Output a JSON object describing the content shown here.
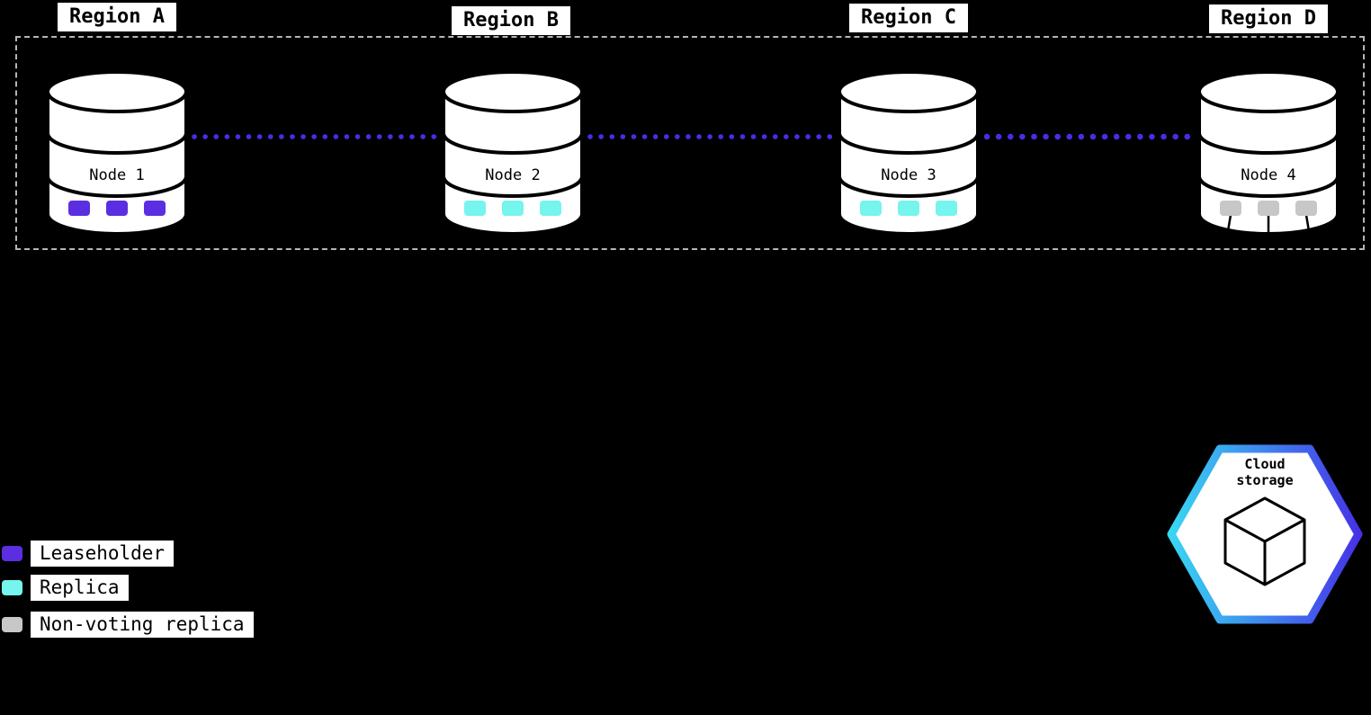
{
  "regions": [
    {
      "label": "Region A"
    },
    {
      "label": "Region B"
    },
    {
      "label": "Region C"
    },
    {
      "label": "Region D"
    }
  ],
  "nodes": [
    {
      "label": "Node 1",
      "replica_type": "leaseholder"
    },
    {
      "label": "Node 2",
      "replica_type": "replica"
    },
    {
      "label": "Node 3",
      "replica_type": "replica"
    },
    {
      "label": "Node 4",
      "replica_type": "non-voting replica"
    }
  ],
  "legend": {
    "items": [
      {
        "label": "Leaseholder"
      },
      {
        "label": "Replica"
      },
      {
        "label": "Non-voting replica"
      }
    ]
  },
  "cloud_storage": {
    "line1": "Cloud",
    "line2": "storage"
  },
  "colors": {
    "background": "#000000",
    "leaseholder": "#5b2ee1",
    "replica": "#76f4ee",
    "non_voting": "#c7c7c7",
    "connector": "#4c2be8",
    "hex_gradient_start": "#38d6f2",
    "hex_gradient_end": "#4633e8"
  }
}
